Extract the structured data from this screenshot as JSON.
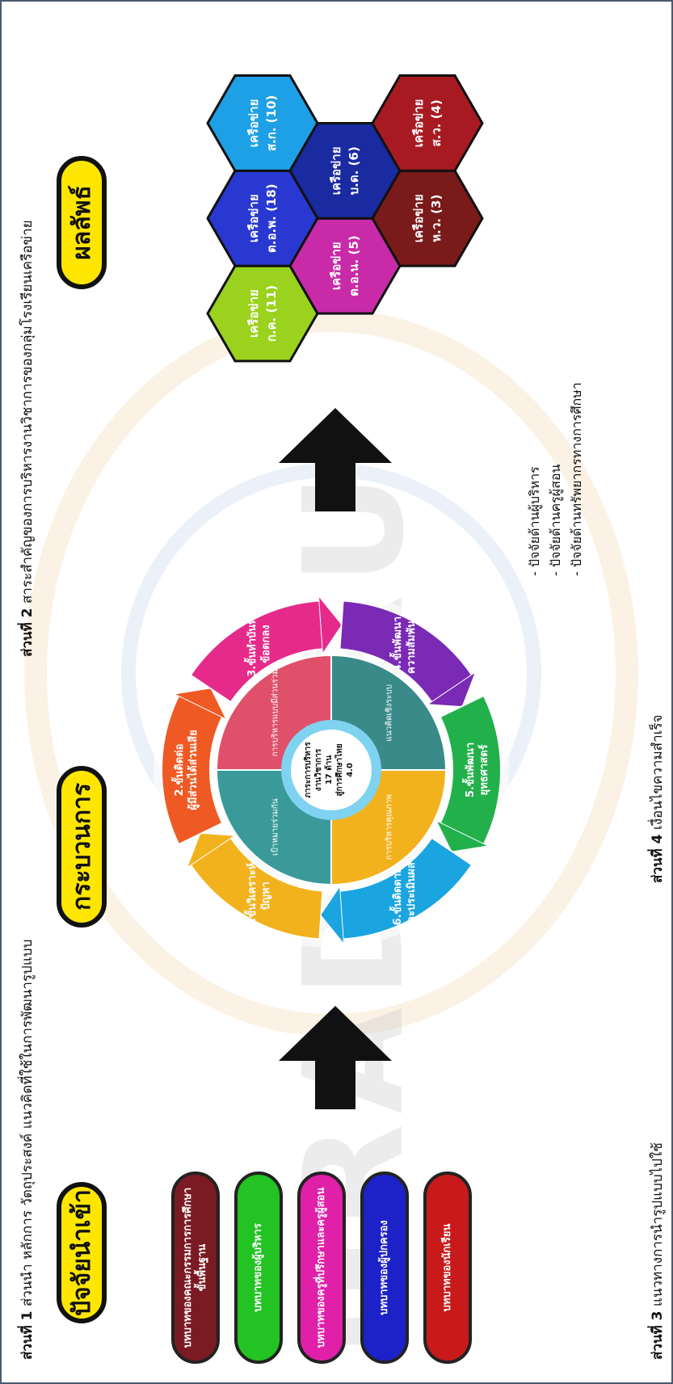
{
  "headers": {
    "part1": {
      "bold": "ส่วนที่ 1",
      "text": " ส่วนนำ หลักการ วัตถุประสงค์ แนวคิดที่ใช้ในการพัฒนารูปแบบ"
    },
    "part2": {
      "bold": "ส่วนที่ 2",
      "text": " สาระสำคัญของการบริหารงานวิชาการของกลุ่มโรงเรียนเครือข่าย"
    },
    "part3": {
      "bold": "ส่วนที่ 3",
      "text": " แนวทางการนำรูปแบบไปใช้"
    },
    "part4": {
      "bold": "ส่วนที่ 4",
      "text": " เงื่อนไขความสำเร็จ"
    }
  },
  "titles": {
    "input": "ปัจจัยนำเข้า",
    "process": "กระบวนการ",
    "output": "ผลลัพธ์"
  },
  "inputs": [
    {
      "label": "บทบาทของคณะกรรมการการศึกษาขั้นพื้นฐาน",
      "color": "#7a1a22"
    },
    {
      "label": "บทบาทของผู้บริหาร",
      "color": "#22c322"
    },
    {
      "label": "บทบาทของครูที่ปรึกษาและครูผู้สอน",
      "color": "#e020a8"
    },
    {
      "label": "บทบาทของผู้ปกครอง",
      "color": "#1c22c8"
    },
    {
      "label": "บทบาทของนักเรียน",
      "color": "#c81a1a"
    }
  ],
  "process": {
    "center": [
      "ภาระการบริหาร",
      "งานวิชาการ",
      "17 ด้าน",
      "สู่การศึกษาไทย",
      "4.0"
    ],
    "inner": [
      "การบริหารแบบมีส่วนร่วม",
      "แนวคิดเชิงระบบ",
      "การบริหารคุณภาพ",
      "เป้าหมายร่วมกัน"
    ],
    "steps": [
      {
        "label1": "1.ขั้นวิเคราะห์",
        "label2": "ปัญหา",
        "color": "#f2b21e"
      },
      {
        "label1": "2.ขั้นติดต่อ",
        "label2": "ผู้มีส่วนได้ส่วนเสีย",
        "color": "#ef5a24"
      },
      {
        "label1": "3.ขั้นทำบันทึก",
        "label2": "ข้อตกลง",
        "color": "#e62a8a"
      },
      {
        "label1": "4.ขั้นพัฒนา",
        "label2": "ความสัมพันธ์",
        "color": "#7a2ab4"
      },
      {
        "label1": "5.ขั้นพัฒนา",
        "label2": "ยุทธศาสตร์",
        "color": "#22b04a"
      },
      {
        "label1": "6.ขั้นติดตาม",
        "label2": "และประเมินผล",
        "color": "#1aa4e0"
      }
    ]
  },
  "outputs": [
    {
      "label1": "เครือข่าย",
      "label2": "ก.ค. (11)",
      "color": "#9ad21e"
    },
    {
      "label1": "เครือข่าย",
      "label2": "ต.อ.พ. (18)",
      "color": "#2a38d2"
    },
    {
      "label1": "เครือข่าย",
      "label2": "ส.ก. (10)",
      "color": "#1ea0e6"
    },
    {
      "label1": "เครือข่าย",
      "label2": "ต.อ.น. (5)",
      "color": "#c82aa8"
    },
    {
      "label1": "เครือข่าย",
      "label2": "บ.ด. (6)",
      "color": "#1a2aa0"
    },
    {
      "label1": "เครือข่าย",
      "label2": "ห.ว. (3)",
      "color": "#7a1a1a"
    },
    {
      "label1": "เครือข่าย",
      "label2": "ส.ว. (4)",
      "color": "#a81a22"
    }
  ],
  "success_factors": [
    "ปัจจัยด้านผู้บริหาร",
    "ปัจจัยด้านครูผู้สอน",
    "ปัจจัยด้านทรัพยากรทางการศึกษา"
  ],
  "watermark": "GRAD VRU"
}
